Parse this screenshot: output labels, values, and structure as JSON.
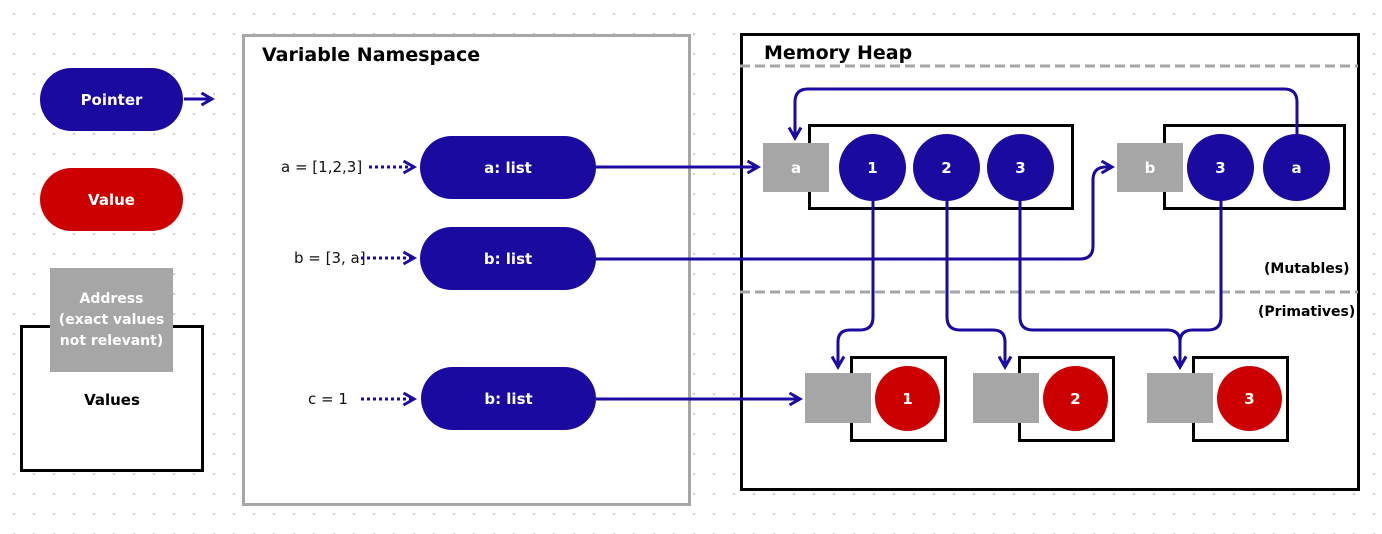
{
  "legend": {
    "pointer": "Pointer",
    "value": "Value",
    "address": "Address\n(exact values\nnot relevant)",
    "values": "Values"
  },
  "namespace": {
    "title": "Variable Namespace",
    "rows": [
      {
        "code": "a  = [1,2,3]",
        "pointer": "a: list"
      },
      {
        "code": "b = [3, a]",
        "pointer": "b: list"
      },
      {
        "code": "c = 1",
        "pointer": "b: list"
      }
    ]
  },
  "heap": {
    "title": "Memory Heap",
    "mutables_label": "(Mutables)",
    "primitives_label": "(Primatives)",
    "list_a": {
      "address": "a",
      "items": [
        "1",
        "2",
        "3"
      ]
    },
    "list_b": {
      "address": "b",
      "items": [
        "3",
        "a"
      ]
    },
    "primitives": [
      {
        "value": "1"
      },
      {
        "value": "2"
      },
      {
        "value": "3"
      }
    ]
  },
  "colors": {
    "pointer": "#1a0aa0",
    "value": "#cc0000",
    "address": "#a6a6a6",
    "arrow": "#1a0aa0"
  }
}
